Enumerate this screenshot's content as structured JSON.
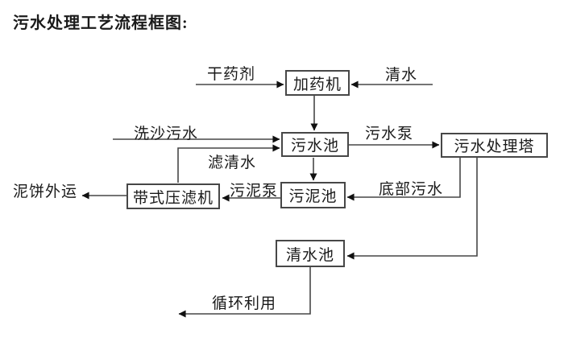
{
  "title": "污水处理工艺流程框图:",
  "nodes": {
    "dosing_machine": "加药机",
    "sewage_pool": "污水池",
    "treatment_tower": "污水处理塔",
    "belt_filter_press": "带式压滤机",
    "sludge_pool": "污泥池",
    "clean_water_pool": "清水池"
  },
  "flow_labels": {
    "dry_agent": "干药剂",
    "clean_water": "清水",
    "sand_washing_sewage": "洗沙污水",
    "sewage_pump": "污水泵",
    "filtered_water": "滤清水",
    "sludge_pump": "污泥泵",
    "bottom_sewage": "底部污水",
    "mud_cake_outbound": "泥饼外运",
    "recycling": "循环利用"
  },
  "colors": {
    "background": "#ffffff",
    "line": "#474747",
    "arrowhead": "#111111",
    "text": "#1a1a1a"
  }
}
